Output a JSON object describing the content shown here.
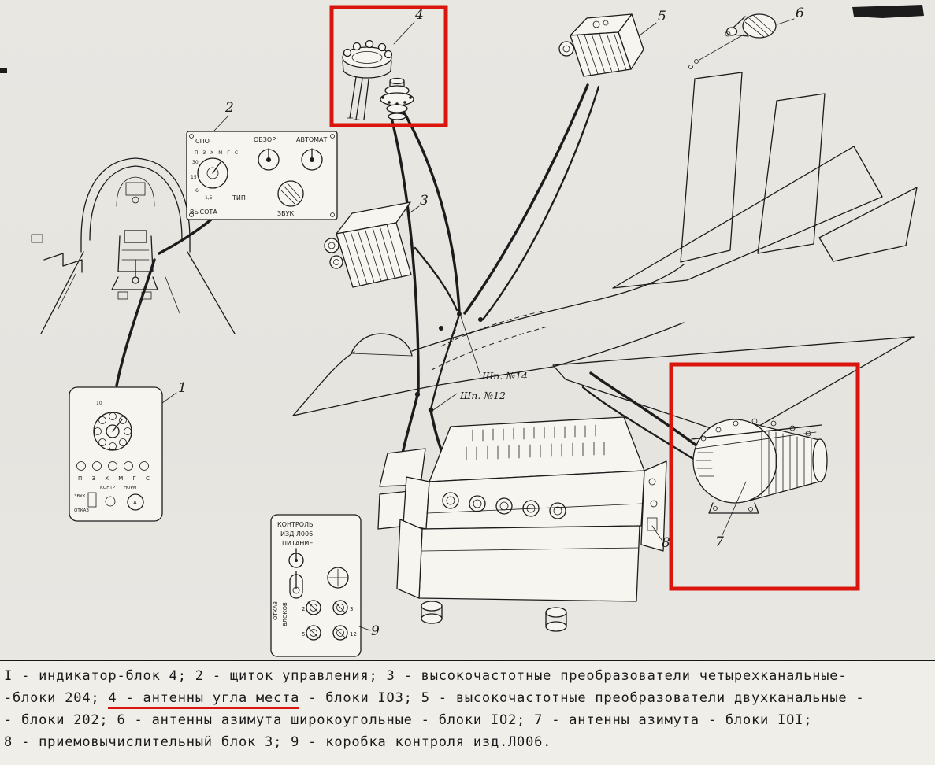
{
  "colors": {
    "paper": "#e8e6e1",
    "paper2": "#f0eee8",
    "ink": "#1c1c1c",
    "highlight": "#da150e"
  },
  "figure": {
    "callouts": {
      "c1": "1",
      "c2": "2",
      "c3": "3",
      "c4": "4",
      "c5": "5",
      "c6": "6",
      "c7": "7",
      "c8": "8",
      "c9": "9"
    },
    "frame_labels": {
      "shp14": "Шп. №14",
      "shp12": "Шп. №12"
    },
    "panel2": {
      "spo": "СПО",
      "obzor": "ОБЗОР",
      "avtomat": "АВТОМАТ",
      "vysota": "ВЫСОТА",
      "tip": "ТИП",
      "zvuk": "ЗВУК",
      "dial_letters": "П З Х М Г С",
      "scale": {
        "v30": "30",
        "v15": "15",
        "v6": "6",
        "v1_5": "1,5"
      }
    },
    "block1": {
      "v10": "10",
      "letters": "П З Х М Г С",
      "zvuk": "ЗВУК",
      "otkaz": "ОТКАЗ",
      "kontr": "КОНТР",
      "norm": "НОРМ",
      "a": "А"
    },
    "box9": {
      "title1": "КОНТРОЛЬ",
      "title2": "ИЗД Л006",
      "title3": "ПИТАНИЕ",
      "side1": "ОТКАЗ",
      "side2": "БЛОКОВ",
      "n2": "2",
      "n3": "3",
      "n5": "5",
      "n12": "12"
    }
  },
  "legend": {
    "line1": "I - индикатор-блок 4; 2 - щиток управления; 3 - высокочастотные преобразователи четырехканальные-",
    "line2_prefix": "-блоки 204; ",
    "line2_underlined": "4 - антенны угла места",
    "line2_suffix": " - блоки IO3; 5 - высокочастотные преобразователи двухканальные -",
    "line3": "- блоки 202; 6 - антенны азимута широкоугольные - блоки IO2; 7 - антенны азимута - блоки IOI;",
    "line4": "8 - приемовычислительный блок 3; 9 - коробка контроля изд.Л006."
  }
}
